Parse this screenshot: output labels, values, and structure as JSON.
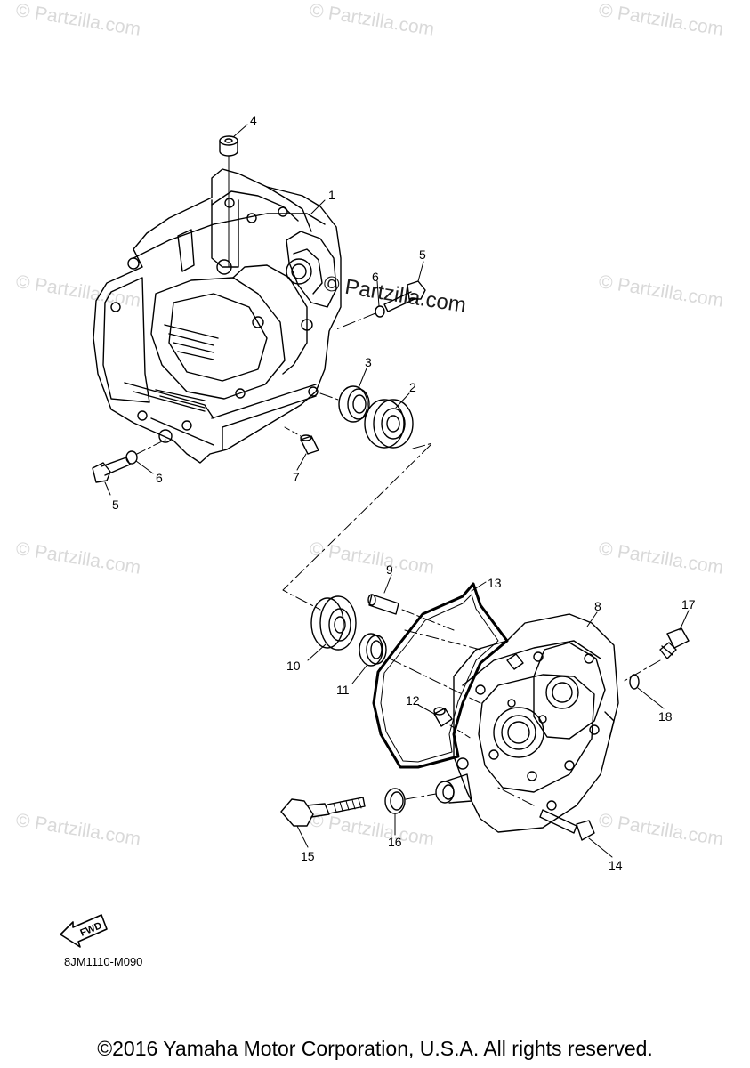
{
  "watermark": {
    "text": "© Partzilla.com"
  },
  "callouts": [
    "1",
    "2",
    "3",
    "4",
    "5",
    "5",
    "6",
    "6",
    "7",
    "8",
    "9",
    "10",
    "11",
    "12",
    "13",
    "14",
    "15",
    "16",
    "17",
    "18"
  ],
  "fwd_label": "FWD",
  "diagram_code": "8JM1110-M090",
  "copyright": "©2016 Yamaha Motor Corporation, U.S.A. All rights reserved."
}
